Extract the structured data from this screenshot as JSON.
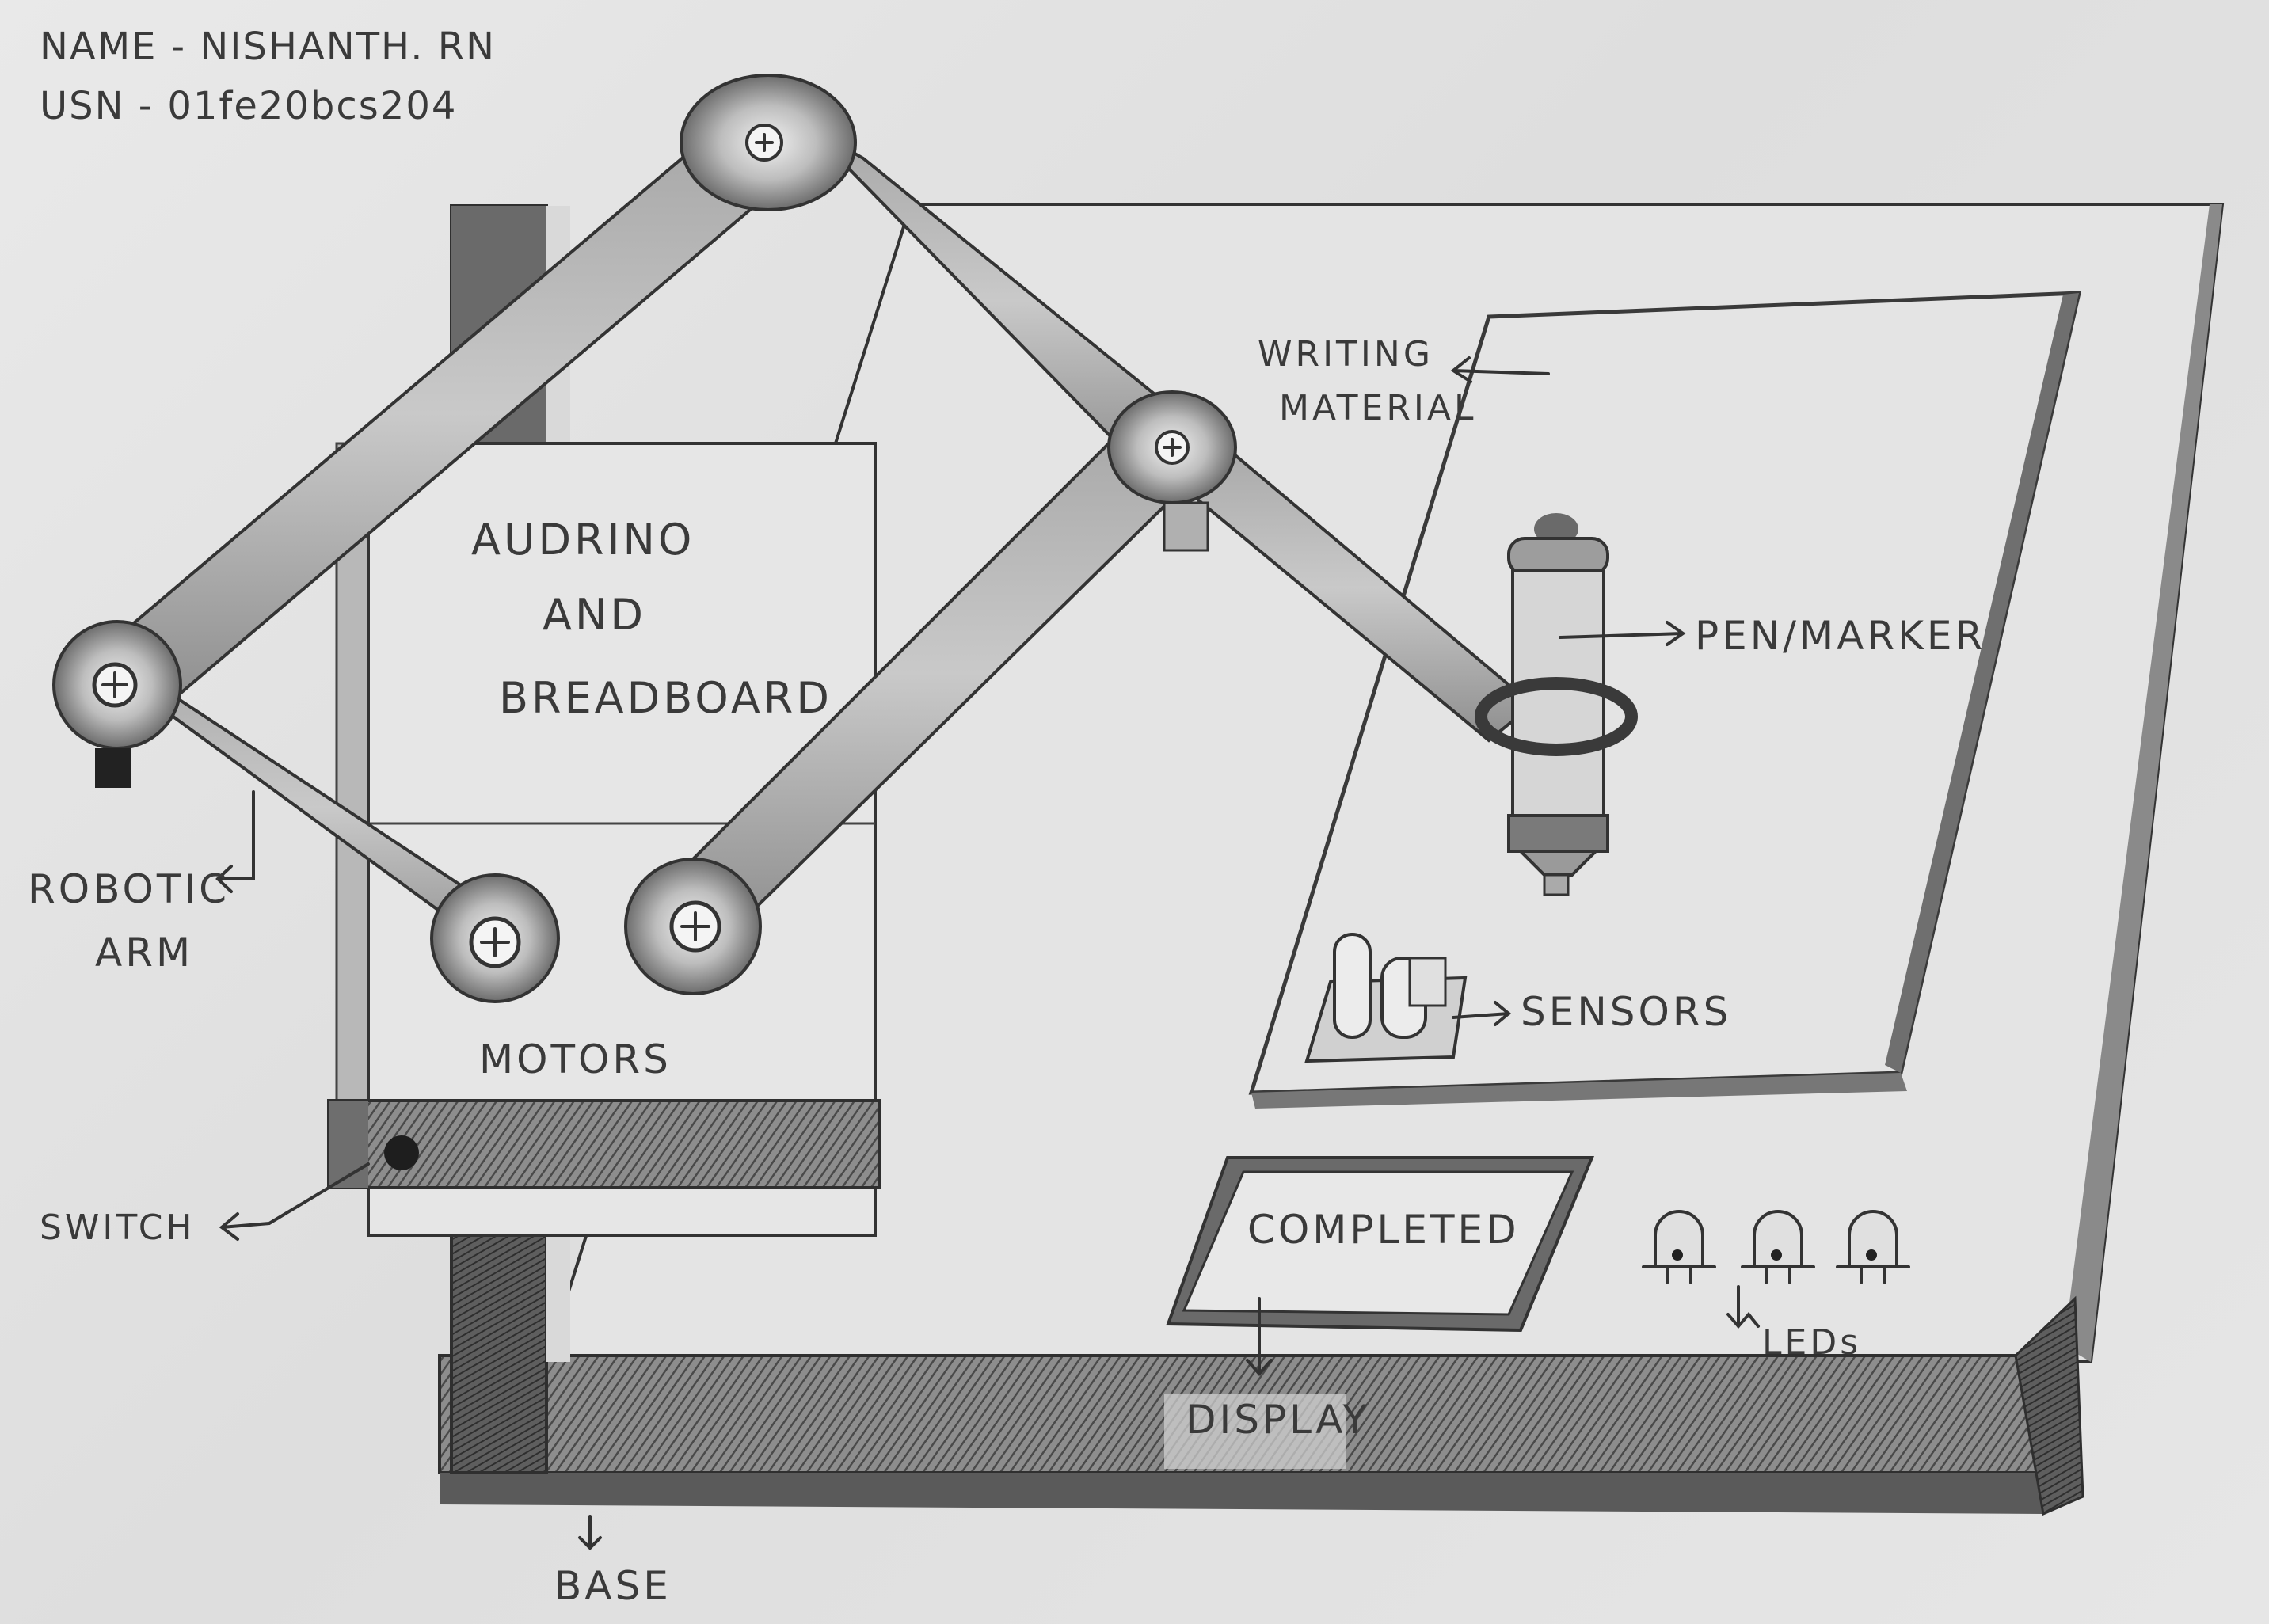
{
  "header": {
    "name_line": "NAME - NISHANTH. RN",
    "usn_line": "USN - 01fe20bcs204"
  },
  "labels": {
    "writing_material_1": "WRITING",
    "writing_material_2": "MATERIAL",
    "pen_marker": "PEN/MARKER",
    "sensors": "SENSORS",
    "audrino_1": "AUDRINO",
    "audrino_2": "AND",
    "audrino_3": "BREADBOARD",
    "robotic_1": "ROBOTIC",
    "robotic_2": "ARM",
    "motors": "MOTORS",
    "switch": "SWITCH",
    "display_text": "COMPLETED",
    "display": "DISPLAY",
    "leds": "LEDs",
    "base": "BASE"
  }
}
